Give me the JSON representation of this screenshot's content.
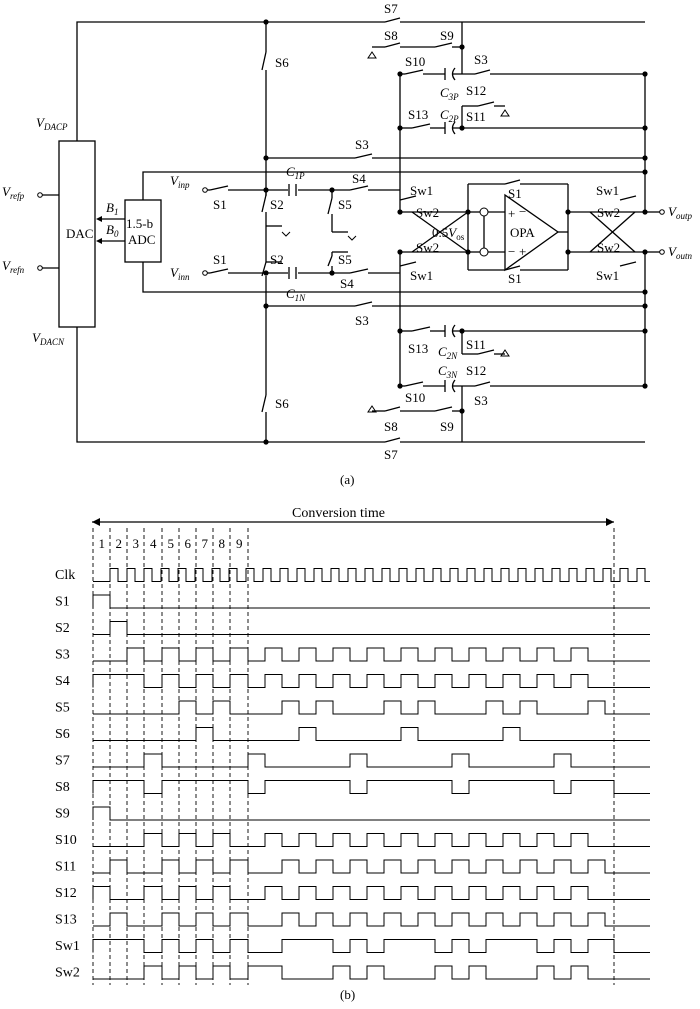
{
  "circuit": {
    "dac_label": "DAC",
    "adc_label_1": "1.5-b",
    "adc_label_2": "ADC",
    "b1": "B",
    "b1_sub": "1",
    "b0": "B",
    "b0_sub": "0",
    "vdacp": "V",
    "vdacp_sub": "DACP",
    "vdacn": "V",
    "vdacn_sub": "DACN",
    "vrefp": "V",
    "vrefp_sub": "refp",
    "vrefn": "V",
    "vrefn_sub": "refn",
    "vinp": "V",
    "vinp_sub": "inp",
    "vinn": "V",
    "vinn_sub": "inn",
    "voutp": "V",
    "voutp_sub": "outp",
    "voutn": "V",
    "voutn_sub": "outn",
    "c1p": "C",
    "c1p_sub": "1P",
    "c1n": "C",
    "c1n_sub": "1N",
    "c2p": "C",
    "c2p_sub": "2P",
    "c2n": "C",
    "c2n_sub": "2N",
    "c3p": "C",
    "c3p_sub": "3P",
    "c3n": "C",
    "c3n_sub": "3N",
    "opa_label": "OPA",
    "vos_prefix": "0.5",
    "vos": "V",
    "vos_sub": "os",
    "switches": {
      "s1": "S1",
      "s2": "S2",
      "s3": "S3",
      "s4": "S4",
      "s5": "S5",
      "s6": "S6",
      "s7": "S7",
      "s8": "S8",
      "s9": "S9",
      "s10": "S10",
      "s11": "S11",
      "s12": "S12",
      "s13": "S13",
      "sw1": "Sw1",
      "sw2": "Sw2"
    },
    "caption": "(a)"
  },
  "timing": {
    "title": "Conversion time",
    "caption": "(b)",
    "phase_labels": [
      "1",
      "2",
      "3",
      "4",
      "5",
      "6",
      "7",
      "8",
      "9"
    ],
    "signals": [
      "Clk",
      "S1",
      "S2",
      "S3",
      "S4",
      "S5",
      "S6",
      "S7",
      "S8",
      "S9",
      "S10",
      "S11",
      "S12",
      "S13",
      "Sw1",
      "Sw2"
    ]
  }
}
